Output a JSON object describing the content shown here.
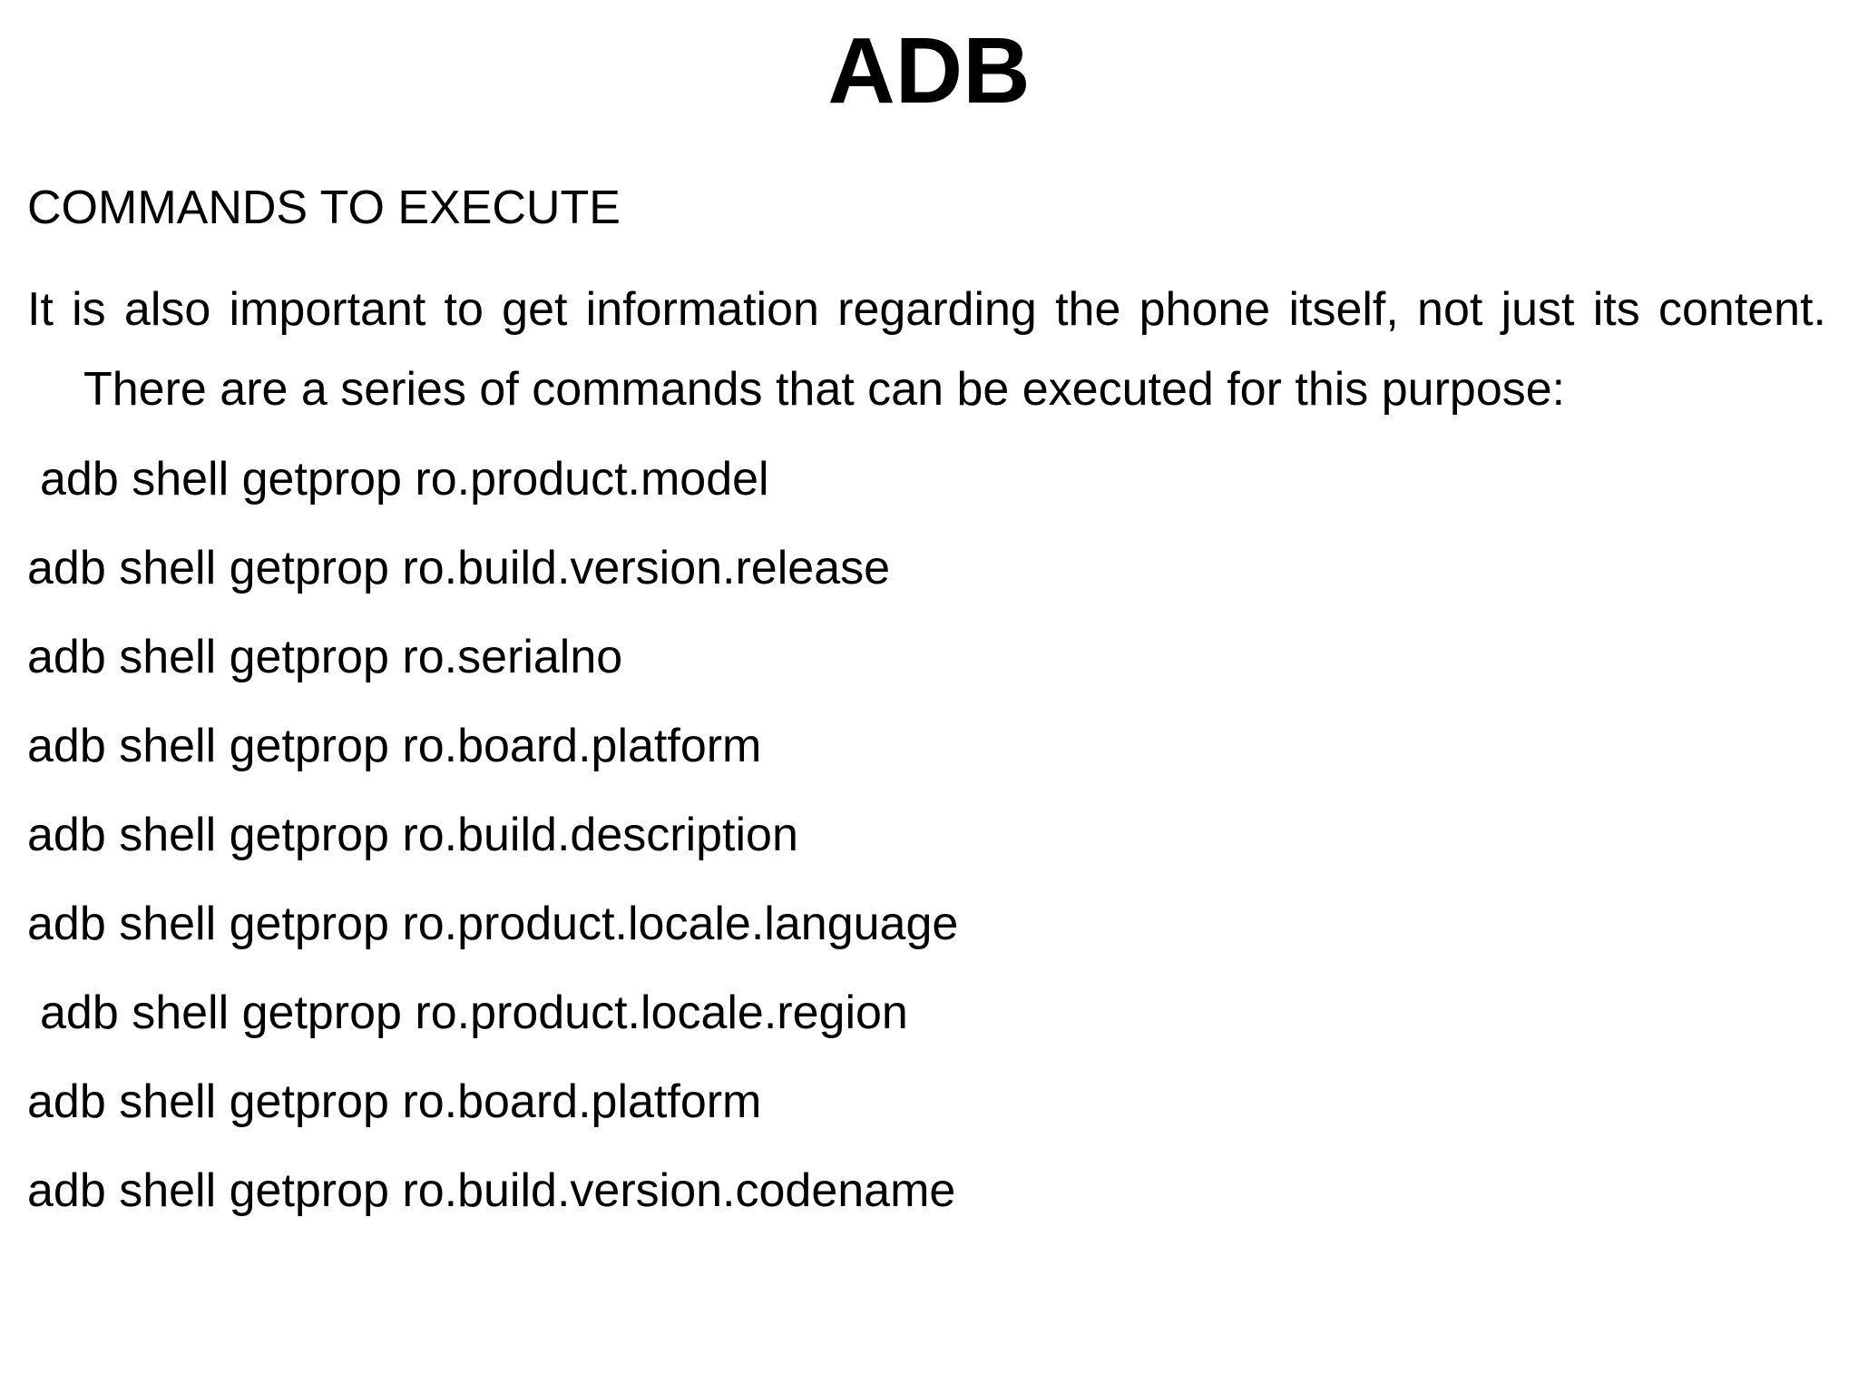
{
  "slide": {
    "title": "ADB",
    "section_heading": "COMMANDS TO EXECUTE",
    "paragraph": "It is also important to get information regarding the phone itself, not just its content. There are a series of commands that can be executed for this purpose:",
    "commands": [
      "adb shell getprop ro.product.model",
      "adb shell getprop ro.build.version.release",
      "adb shell getprop ro.serialno",
      "adb shell getprop ro.board.platform",
      "adb shell getprop ro.build.description",
      "adb shell getprop ro.product.locale.language",
      "adb shell getprop ro.product.locale.region",
      "adb shell getprop ro.board.platform",
      "adb shell getprop ro.build.version.codename"
    ],
    "colors": {
      "background": "#ffffff",
      "text": "#000000"
    }
  }
}
